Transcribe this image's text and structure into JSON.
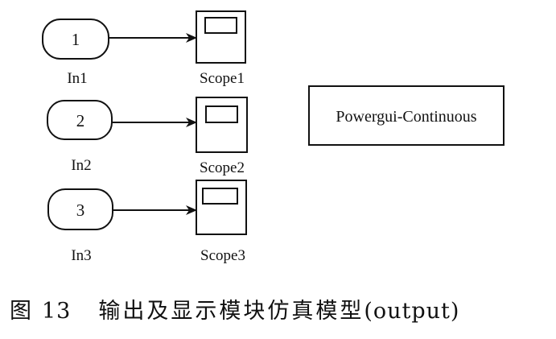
{
  "inports": [
    {
      "number": "1",
      "label": "In1"
    },
    {
      "number": "2",
      "label": "In2"
    },
    {
      "number": "3",
      "label": "In3"
    }
  ],
  "scopes": [
    {
      "label": "Scope1"
    },
    {
      "label": "Scope2"
    },
    {
      "label": "Scope3"
    }
  ],
  "connections": [
    {
      "from": "In1",
      "to": "Scope1"
    },
    {
      "from": "In2",
      "to": "Scope2"
    },
    {
      "from": "In3",
      "to": "Scope3"
    }
  ],
  "powergui": {
    "label": "Powergui-Continuous"
  },
  "caption": {
    "prefix": "图",
    "number": "13",
    "title_cn": "输出及显示模块仿真模型",
    "title_en": "(output)"
  },
  "colors": {
    "line": "#111111",
    "background": "#ffffff"
  }
}
